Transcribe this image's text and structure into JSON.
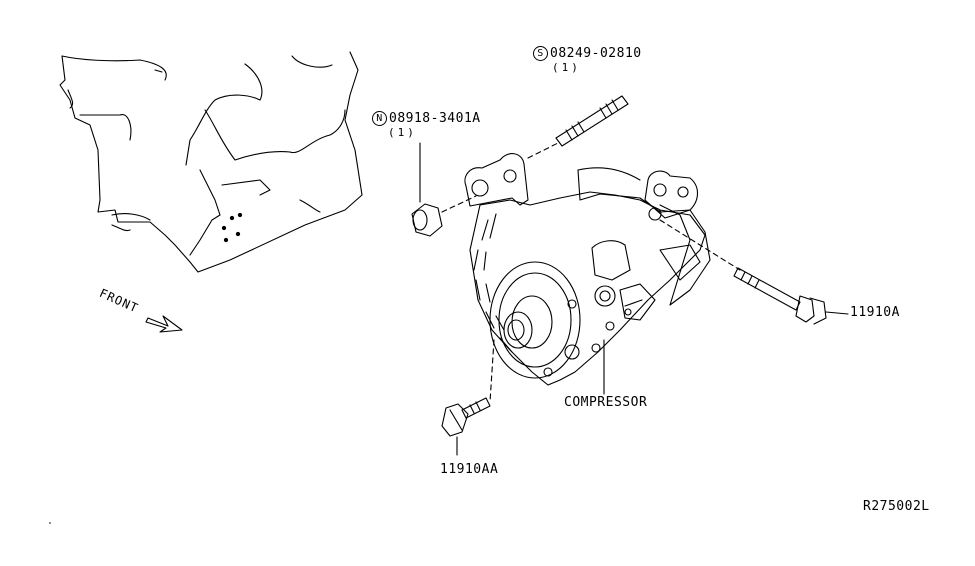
{
  "parts": {
    "stud": {
      "symbol": "S",
      "number": "08249-02810",
      "qty": "(1)"
    },
    "nut": {
      "symbol": "N",
      "number": "08918-3401A",
      "qty": "(1)"
    },
    "bolt_right": {
      "number": "11910A"
    },
    "bolt_bottom": {
      "number": "11910AA"
    },
    "compressor": {
      "label": "COMPRESSOR"
    }
  },
  "front_label": "FRONT",
  "diagram_code": "R275002L"
}
